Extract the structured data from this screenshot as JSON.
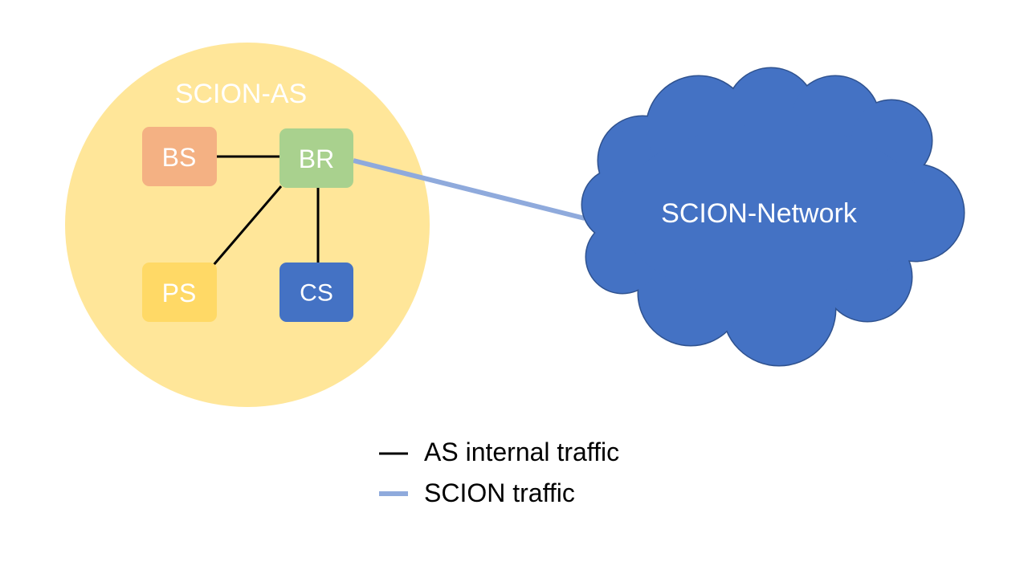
{
  "colors": {
    "as_circle": "#FFE699",
    "bs_box": "#F4B183",
    "br_box": "#A9D18E",
    "ps_box": "#FFD966",
    "cs_box": "#4472C4",
    "cloud_fill": "#4472C4",
    "cloud_stroke": "#2F528F",
    "internal_link": "#000000",
    "scion_link": "#8FAADC",
    "label_text": "#FFFFFF"
  },
  "as": {
    "title": "SCION-AS"
  },
  "nodes": {
    "bs": "BS",
    "br": "BR",
    "ps": "PS",
    "cs": "CS"
  },
  "network": {
    "label": "SCION-Network",
    "icon": "cloud-icon"
  },
  "legend": {
    "internal": "AS internal traffic",
    "scion": "SCION traffic"
  }
}
